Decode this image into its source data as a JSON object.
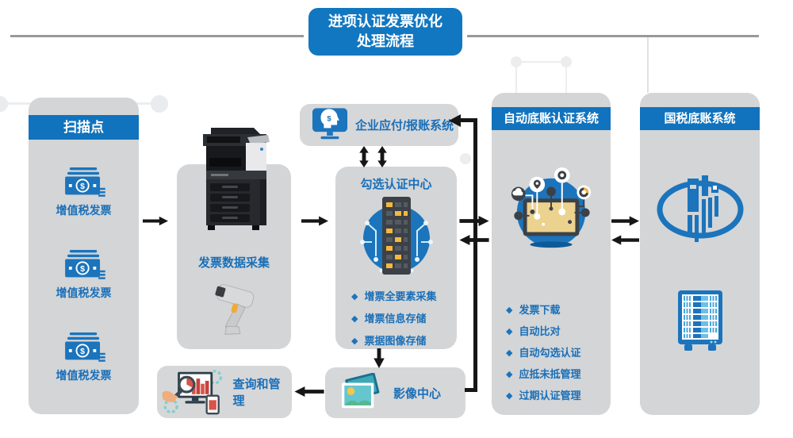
{
  "title": {
    "line1": "进项认证发票优化",
    "line2": "处理流程"
  },
  "scan_panel": {
    "header": "扫描点",
    "items": [
      {
        "icon": "vat-invoice-money-icon",
        "label": "增值税发票"
      },
      {
        "icon": "vat-invoice-money-icon",
        "label": "增值税发票"
      },
      {
        "icon": "vat-invoice-money-icon",
        "label": "增值税发票"
      }
    ]
  },
  "collect_panel": {
    "label": "发票数据采集",
    "icons": [
      "copier-printer-image",
      "barcode-scanner-image"
    ]
  },
  "erp_box": {
    "icon": "monitor-finance-icon",
    "label": "企业应付/报账系统"
  },
  "check_panel": {
    "title": "勾选认证中心",
    "icon": "server-circuit-icon",
    "bullets": [
      "增票全要素采集",
      "增票信息存储",
      "票据图像存储"
    ]
  },
  "query_box": {
    "icon": "query-analytics-icon",
    "label": "查询和管理"
  },
  "image_box": {
    "icon": "photos-icon",
    "label": "影像中心"
  },
  "auto_panel": {
    "header": "自动底账认证系统",
    "icon": "network-laptop-icon",
    "bullets": [
      "发票下载",
      "自动比对",
      "自动勾选认证",
      "应抵未抵管理",
      "过期认证管理"
    ]
  },
  "tax_panel": {
    "header": "国税底账系统",
    "icons": [
      "tax-bureau-emblem-icon",
      "server-rack-icon"
    ]
  },
  "colors": {
    "primary_blue": "#1173bd",
    "text_blue": "#1a6fb8",
    "panel_gray": "#d3d5d7",
    "arrow_black": "#161616",
    "accent_yellow": "#f4b83f"
  }
}
